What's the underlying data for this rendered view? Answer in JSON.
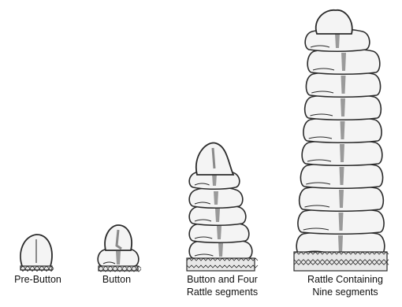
{
  "stages": [
    {
      "id": "pre-button",
      "label": "Pre-Button",
      "segments": 0
    },
    {
      "id": "button",
      "label": "Button",
      "segments": 0
    },
    {
      "id": "button-four",
      "label_line1": "Button and Four",
      "label_line2": "Rattle segments",
      "segments": 4
    },
    {
      "id": "nine",
      "label_line1": "Rattle Containing",
      "label_line2": "Nine segments",
      "segments": 9
    }
  ],
  "colors": {
    "ink": "#2a2a2a",
    "fill": "#f4f4f4",
    "shade": "#8a8a8a"
  }
}
